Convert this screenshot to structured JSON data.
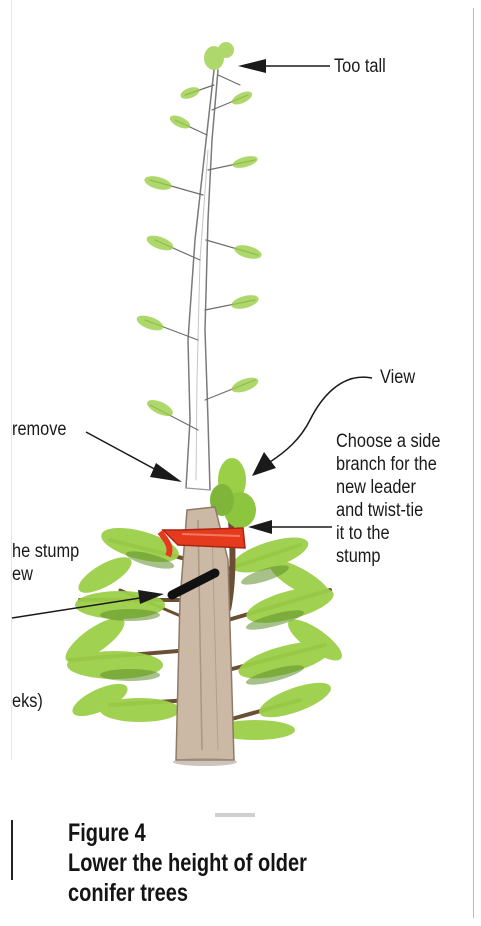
{
  "labels": {
    "too_tall": "Too tall",
    "view": "View",
    "remove": "remove",
    "choose_lines": [
      "Choose a side",
      "branch for the",
      "new leader",
      "and twist-tie",
      "it to the",
      "stump"
    ],
    "stump_lines": [
      "he stump",
      "ew"
    ],
    "weeks": "eks)"
  },
  "caption": {
    "figure": "Figure 4",
    "title_lines": [
      "Lower the height of older",
      "conifer trees"
    ]
  },
  "colors": {
    "foliage": "#8cc63f",
    "foliage_dark": "#5f8f2a",
    "trunk": "#c9b8a6",
    "twist_tie": "#e63a1e",
    "old_leader_stroke": "#7a7a7a"
  }
}
